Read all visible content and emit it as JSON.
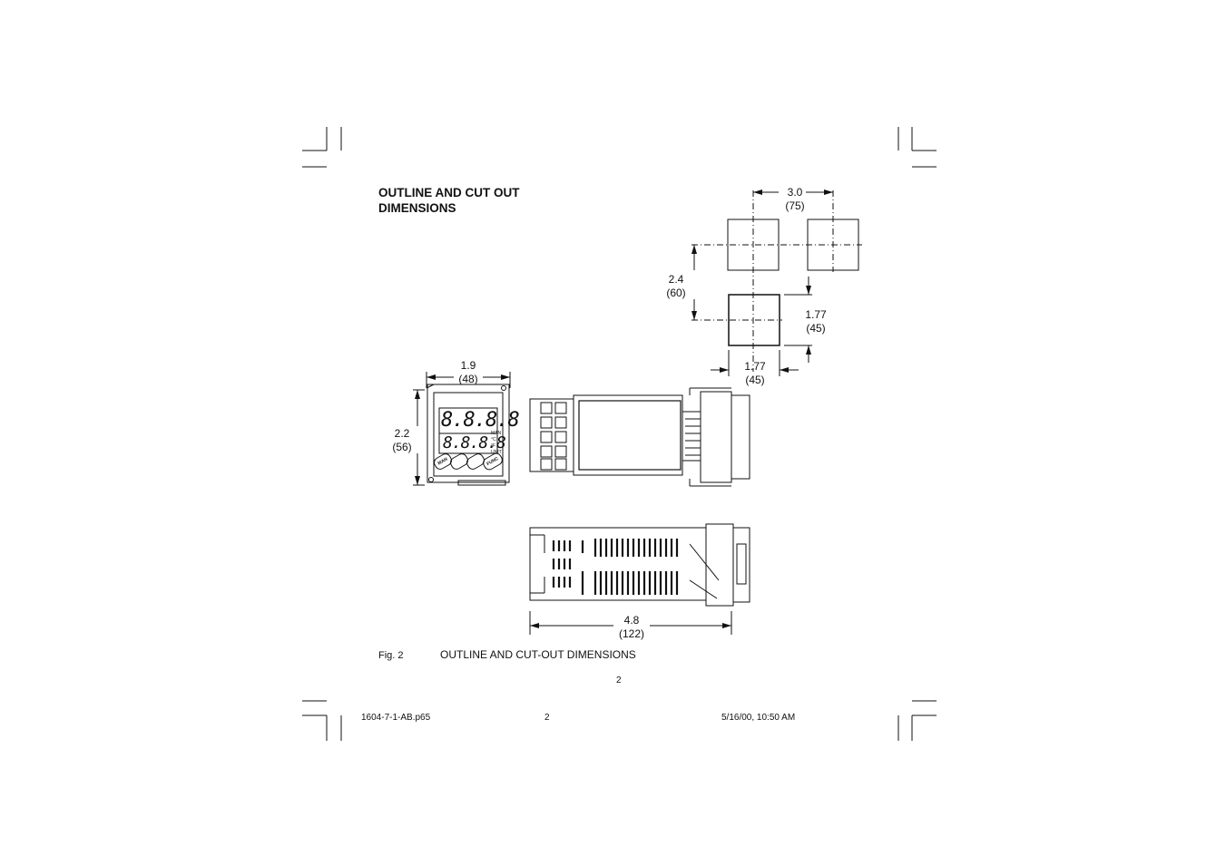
{
  "title": {
    "line1": "OUTLINE AND CUT OUT",
    "line2": "DIMENSIONS"
  },
  "cutout": {
    "pitch_h": {
      "value": "3.0",
      "mm": "(75)"
    },
    "pitch_v": {
      "value": "2.4",
      "mm": "(60)"
    },
    "hole_h": {
      "value": "1.77",
      "mm": "(45)"
    },
    "hole_w": {
      "value": "1.77",
      "mm": "(45)"
    }
  },
  "front": {
    "width": {
      "value": "1.9",
      "mm": "(48)"
    },
    "height": {
      "value": "2.2",
      "mm": "(56)"
    },
    "display_top": "8.8.8.8",
    "display_bottom": "8.8.8.8",
    "buttons": [
      "MAN",
      "",
      "",
      "FUNC"
    ],
    "indicators": [
      "MAN",
      "°C",
      "°F",
      "UNIT"
    ]
  },
  "side": {
    "depth": {
      "value": "4.8",
      "mm": "(122)"
    }
  },
  "figure": {
    "label": "Fig. 2",
    "caption": "OUTLINE AND CUT-OUT DIMENSIONS"
  },
  "page_number": "2",
  "footer": {
    "file": "1604-7-1-AB.p65",
    "page": "2",
    "timestamp": "5/16/00, 10:50 AM"
  }
}
